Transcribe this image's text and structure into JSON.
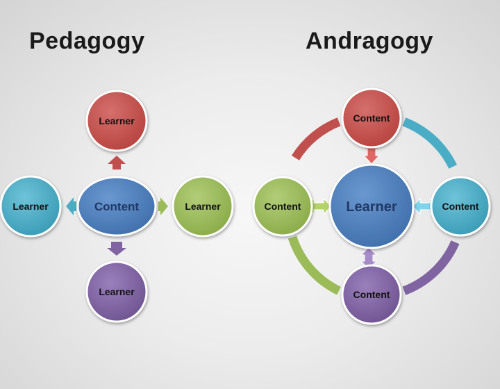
{
  "titles": {
    "left": "Pedagogy",
    "right": "Andragogy"
  },
  "pedagogy": {
    "center": "Content",
    "top": "Learner",
    "left": "Learner",
    "right": "Learner",
    "bottom": "Learner"
  },
  "andragogy": {
    "center": "Learner",
    "top": "Content",
    "left": "Content",
    "right": "Content",
    "bottom": "Content"
  },
  "colors": {
    "red": "#c0504d",
    "blue": "#4f81bd",
    "green": "#9bbb59",
    "teal": "#4bacc6",
    "purple": "#8064a2",
    "dark_blue_text": "#1f3864"
  }
}
